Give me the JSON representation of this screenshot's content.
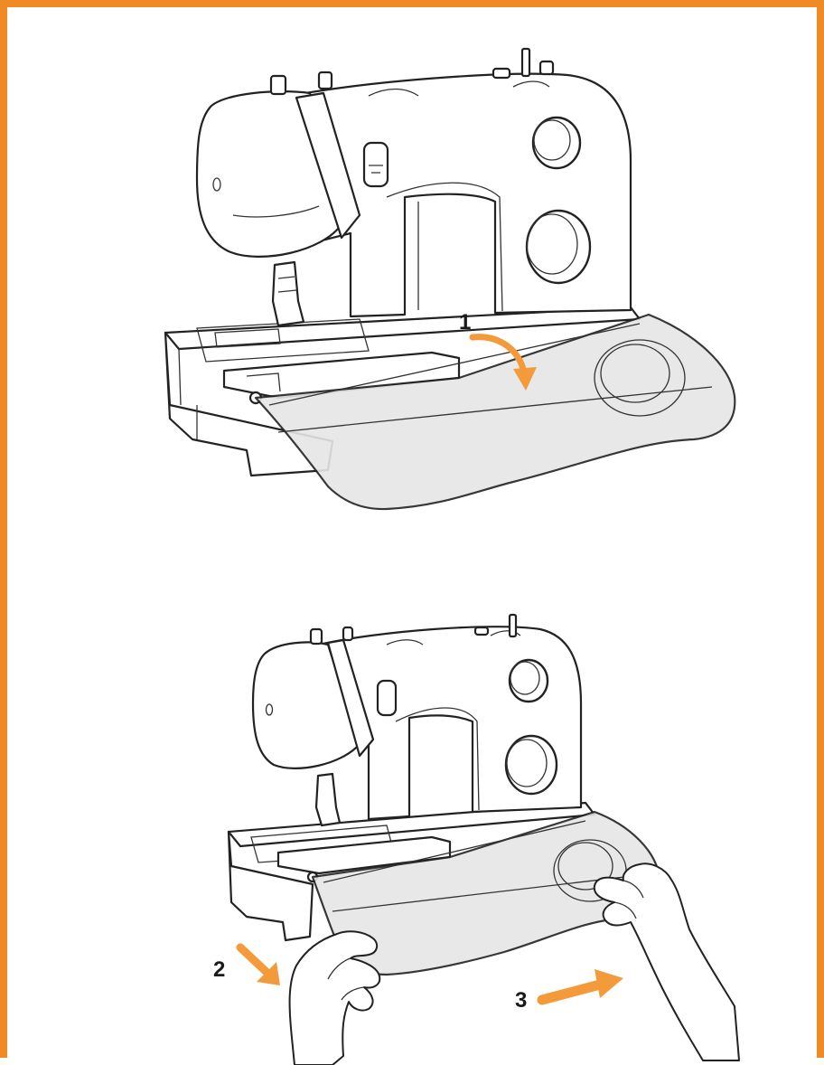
{
  "colors": {
    "border": "#f08a24",
    "arrow": "#f39a3a",
    "cover": "#e6e6e6"
  },
  "steps": [
    {
      "label": "1"
    },
    {
      "label": "2"
    },
    {
      "label": "3"
    }
  ]
}
